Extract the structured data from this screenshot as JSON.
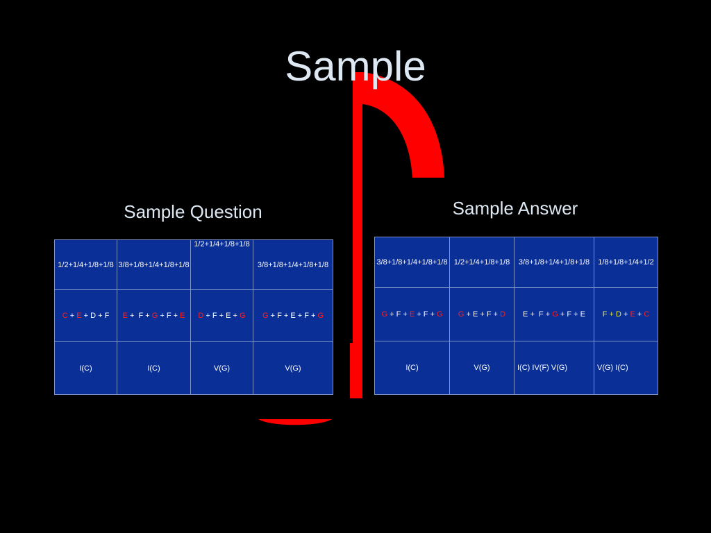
{
  "title": "Sample",
  "colors": {
    "background": "#000000",
    "note": "#ff0000",
    "table": "#0a2f96",
    "white": "#ffffff",
    "red": "#ff2020",
    "yellow": "#e8f040",
    "text": "#dde8f2"
  },
  "question": {
    "caption": "Sample Question",
    "rhythms": [
      "1/2+1/4+1/8+1/8",
      "3/8+1/8+1/4+1/8+1/8",
      "1/2+1/4+1/8+1/8",
      "3/8+1/8+1/4+1/8+1/8"
    ],
    "chords": [
      "I(C)",
      "I(C)",
      "V(G)",
      "V(G)"
    ],
    "notes": [
      [
        {
          "t": "C",
          "c": "red"
        },
        {
          "t": " + ",
          "c": "white"
        },
        {
          "t": "E",
          "c": "red"
        },
        {
          "t": " + D + F",
          "c": "white"
        }
      ],
      [
        {
          "t": "E",
          "c": "red"
        },
        {
          "t": " +  F + ",
          "c": "white"
        },
        {
          "t": "G",
          "c": "red"
        },
        {
          "t": " + F + ",
          "c": "white"
        },
        {
          "t": "E",
          "c": "red"
        }
      ],
      [
        {
          "t": "D",
          "c": "red"
        },
        {
          "t": " + F + E + ",
          "c": "white"
        },
        {
          "t": "G",
          "c": "red"
        }
      ],
      [
        {
          "t": "G",
          "c": "red"
        },
        {
          "t": " + F + E + F + ",
          "c": "white"
        },
        {
          "t": "G",
          "c": "red"
        }
      ]
    ]
  },
  "answer": {
    "caption": "Sample Answer",
    "rhythms": [
      "3/8+1/8+1/4+1/8+1/8",
      "1/2+1/4+1/8+1/8",
      "3/8+1/8+1/4+1/8+1/8",
      "1/8+1/8+1/4+1/2"
    ],
    "chords": [
      "I(C)",
      "V(G)",
      "I(C)  IV(F)  V(G)",
      "V(G)   I(C)"
    ],
    "notes": [
      [
        {
          "t": "G",
          "c": "red"
        },
        {
          "t": " + F + ",
          "c": "white"
        },
        {
          "t": "E",
          "c": "red"
        },
        {
          "t": " + F + ",
          "c": "white"
        },
        {
          "t": "G",
          "c": "red"
        }
      ],
      [
        {
          "t": "G",
          "c": "red"
        },
        {
          "t": " + E + F + ",
          "c": "white"
        },
        {
          "t": "D",
          "c": "red"
        }
      ],
      [
        {
          "t": "E +  F + ",
          "c": "white"
        },
        {
          "t": "G",
          "c": "red"
        },
        {
          "t": " + F + E",
          "c": "white"
        }
      ],
      [
        {
          "t": "F",
          "c": "yellow"
        },
        {
          "t": " + ",
          "c": "yellow"
        },
        {
          "t": "D",
          "c": "yellow"
        },
        {
          "t": " + ",
          "c": "white"
        },
        {
          "t": "E",
          "c": "red"
        },
        {
          "t": " + ",
          "c": "white"
        },
        {
          "t": "C",
          "c": "red"
        }
      ]
    ]
  }
}
